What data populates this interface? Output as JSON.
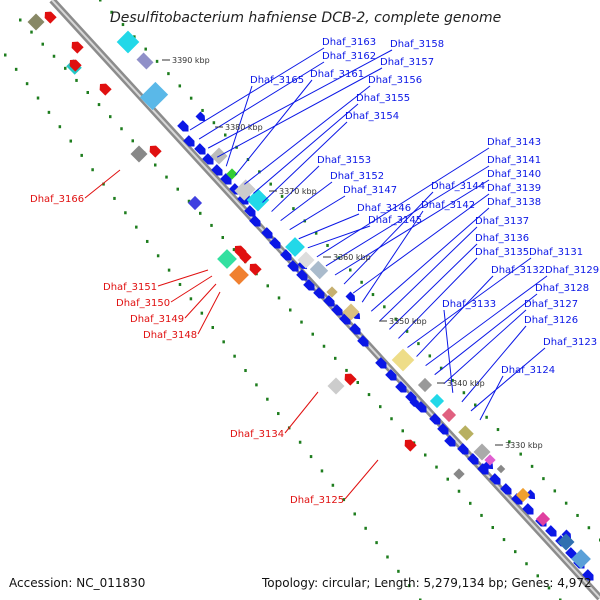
{
  "header": {
    "title": "Desulfitobacterium hafniense DCB-2, complete genome"
  },
  "footer": {
    "accession": "Accession: NC_011830",
    "summary": "Topology: circular; Length: 5,279,134 bp; Genes: 4,972"
  },
  "colors": {
    "forward": "#0b17e6",
    "reverse": "#e01010",
    "backbone": "#888888",
    "tick": "#1e7d1e"
  },
  "scale_labels": [
    "3390 kbp",
    "3380 kbp",
    "3370 kbp",
    "3360 kbp",
    "3350 kbp",
    "3340 kbp",
    "3330 kbp"
  ],
  "forward_genes": [
    "Dhaf_3163",
    "Dhaf_3162",
    "Dhaf_3158",
    "Dhaf_3157",
    "Dhaf_3165",
    "Dhaf_3161",
    "Dhaf_3156",
    "Dhaf_3155",
    "Dhaf_3154",
    "Dhaf_3153",
    "Dhaf_3152",
    "Dhaf_3147",
    "Dhaf_3146",
    "Dhaf_3145",
    "Dhaf_3143",
    "Dhaf_3141",
    "Dhaf_3140",
    "Dhaf_3144",
    "Dhaf_3139",
    "Dhaf_3142",
    "Dhaf_3138",
    "Dhaf_3137",
    "Dhaf_3136",
    "Dhaf_3135",
    "Dhaf_3131",
    "Dhaf_3132",
    "Dhaf_3129",
    "Dhaf_3128",
    "Dhaf_3127",
    "Dhaf_3133",
    "Dhaf_3126",
    "Dhaf_3123",
    "Dhaf_3124"
  ],
  "reverse_genes": [
    "Dhaf_3166",
    "Dhaf_3151",
    "Dhaf_3150",
    "Dhaf_3149",
    "Dhaf_3148",
    "Dhaf_3134",
    "Dhaf_3125"
  ]
}
